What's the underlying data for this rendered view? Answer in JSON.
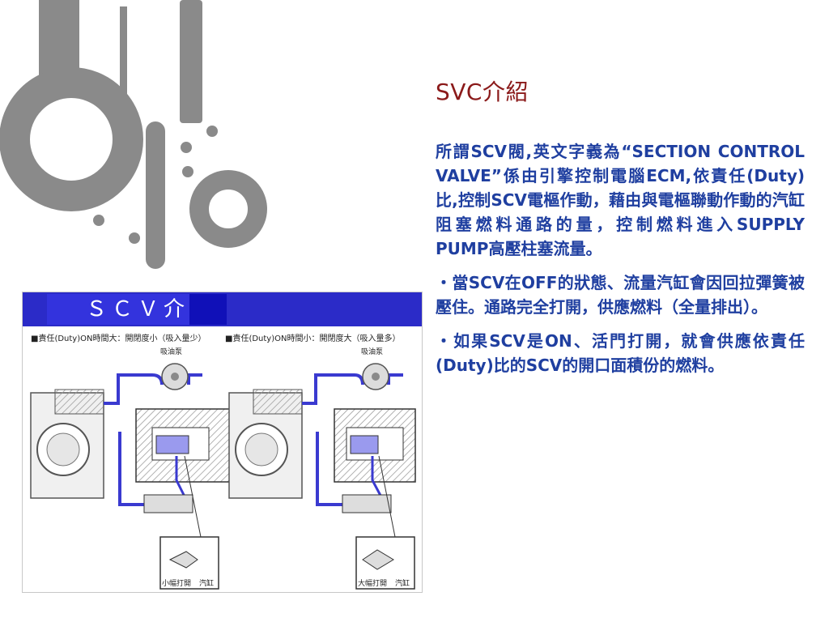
{
  "slide": {
    "title": "SVC介紹",
    "paragraphs": [
      "所謂SCV閥,英文字義為“SECTION CONTROL VALVE”係由引擎控制電腦ECM,依責任(Duty)比,控制SCV電樞作動，藉由與電樞聯動作動的汽缸阻塞燃料通路的量，控制燃料進入SUPPLY PUMP高壓柱塞流量。",
      "・當SCV在OFF的狀態、流量汽缸會因回拉彈簧被壓住。通路完全打開，供應燃料（全量排出）。",
      "・如果SCV是ON、活門打開，就會供應依責任(Duty)比的SCV的開口面積份的燃料。"
    ]
  },
  "figure": {
    "header_title": "ＳＣＶ介紹",
    "left": {
      "caption": "■責任(Duty)ON時間大：開閉度小（吸入量少）",
      "pump_label": "吸油泵",
      "inset_label_1": "小幅打開",
      "inset_label_2": "汽缸"
    },
    "right": {
      "caption": "■責任(Duty)ON時間小：開閉度大（吸入量多）",
      "pump_label": "吸油泵",
      "inset_label_1": "大幅打開",
      "inset_label_2": "汽缸"
    }
  },
  "colors": {
    "title": "#8b1a1a",
    "body_text": "#1f3fa0",
    "figure_header": "#2b2bc8",
    "decor_gray": "#8a8a8a",
    "fuel_line": "#3a3ad0"
  }
}
